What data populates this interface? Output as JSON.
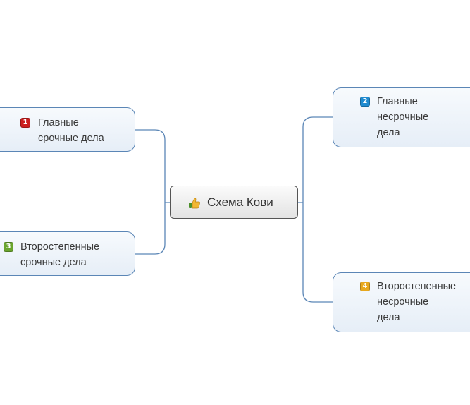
{
  "center": {
    "label": "Схема Кови",
    "icon": "thumbs-up-icon"
  },
  "quadrants": [
    {
      "number": "1",
      "label": "Главные\nсрочные дела",
      "color": "#cc1f1f"
    },
    {
      "number": "2",
      "label": "Главные\nнесрочные\nдела",
      "color": "#1f8bd0"
    },
    {
      "number": "3",
      "label": "Второстепенные\nсрочные дела",
      "color": "#6aa52d"
    },
    {
      "number": "4",
      "label": "Второстепенные\nнесрочные\nдела",
      "color": "#e8a81c"
    }
  ],
  "colors": {
    "connector": "#5b86b6",
    "node_border": "#5b86b6"
  }
}
